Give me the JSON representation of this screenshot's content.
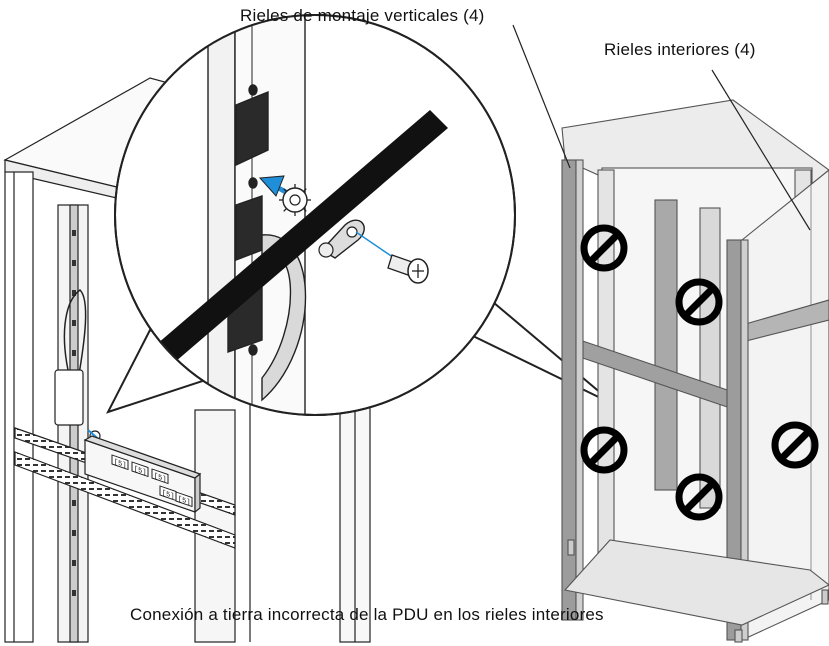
{
  "labels": {
    "vertical_rails": "Rieles de montaje verticales (4)",
    "inner_rails": "Rieles interiores (4)",
    "caption": "Conexión a tierra incorrecta de la PDU en los rieles interiores"
  },
  "pdu_outlet_labels": [
    "[5]",
    "[5]",
    "[5]",
    "[5]",
    "[5]"
  ],
  "colors": {
    "line": "#222222",
    "rail_dark": "#8a8a8a",
    "rail_mid": "#bfbfbf",
    "panel_light": "#e9e9e9",
    "prohibited": "#000000",
    "ground_wire": "#1e8fd8"
  },
  "icons": {
    "prohibited": "prohibited-icon",
    "arrow": "arrow-icon",
    "screw": "screw-icon",
    "lock_washer": "lock-washer-icon",
    "ground_lug": "ground-lug-icon"
  }
}
